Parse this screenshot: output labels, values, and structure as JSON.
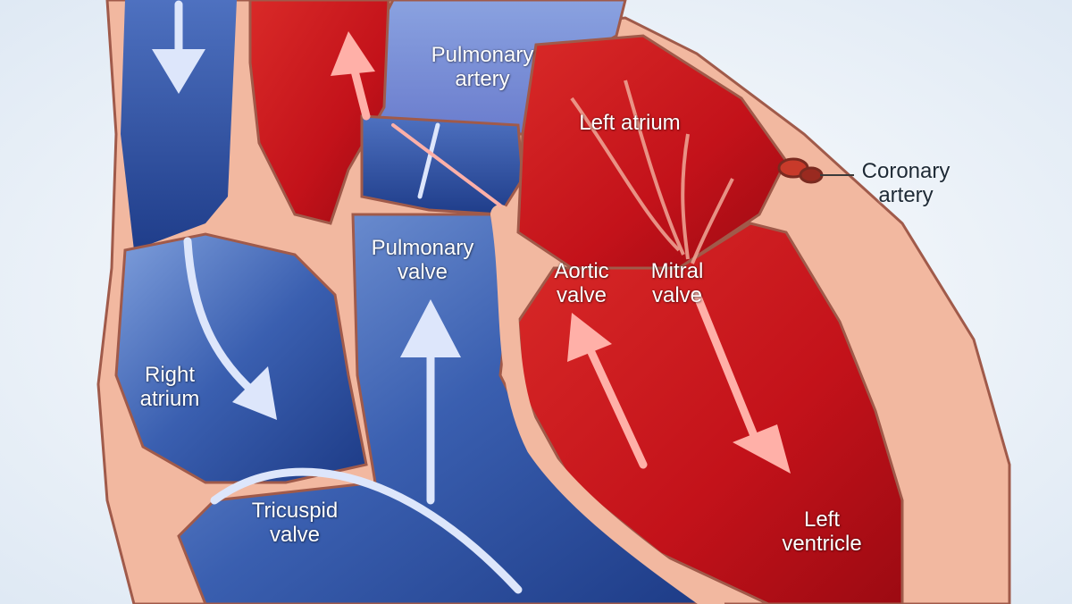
{
  "colors": {
    "background": "#f4f8fc",
    "deoxygenated_chamber": "#2c4f9c",
    "deoxygenated_light": "#6e8fd4",
    "oxygenated_chamber": "#c8141c",
    "oxygenated_light": "#ef5a52",
    "heart_wall": "#f2b8a0",
    "wall_outline": "#a05a4a",
    "flow_arrow_blue": "#dde6fb",
    "flow_arrow_red": "#ffb0a8",
    "label_text": "#ffffff",
    "outside_label_text": "#1e2a36"
  },
  "labels": {
    "pulmonary_artery": [
      "Pulmonary",
      "artery"
    ],
    "left_atrium": [
      "Left atrium"
    ],
    "coronary_artery": [
      "Coronary",
      "artery"
    ],
    "pulmonary_valve": [
      "Pulmonary",
      "valve"
    ],
    "aortic_valve": [
      "Aortic",
      "valve"
    ],
    "mitral_valve": [
      "Mitral",
      "valve"
    ],
    "right_atrium": [
      "Right",
      "atrium"
    ],
    "tricuspid_valve": [
      "Tricuspid",
      "valve"
    ],
    "left_ventricle": [
      "Left",
      "ventricle"
    ]
  },
  "icons": {
    "blood_flow_arrow": "arrow-icon",
    "coronary_vessel": "vessel-icon"
  }
}
